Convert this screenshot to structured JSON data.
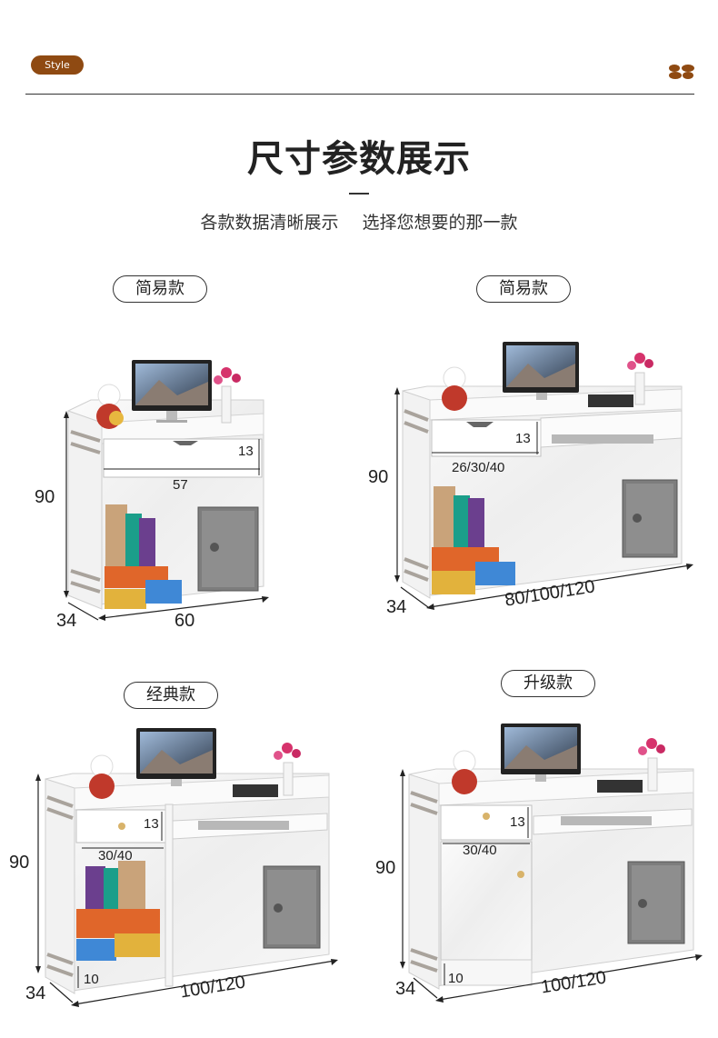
{
  "header": {
    "badge": "Style",
    "title": "尺寸参数展示",
    "subtitle_left": "各款数据清晰展示",
    "subtitle_right": "选择您想要的那一款"
  },
  "panels": [
    {
      "name": "简易款",
      "height": "90",
      "depth": "34",
      "width": "60",
      "drawer_height": "13",
      "inner_width": "57"
    },
    {
      "name": "简易款",
      "height": "90",
      "depth": "34",
      "width": "80/100/120",
      "drawer_height": "13",
      "inner_width": "26/30/40"
    },
    {
      "name": "经典款",
      "height": "90",
      "depth": "34",
      "width": "100/120",
      "drawer_height": "13",
      "inner_width": "30/40",
      "base_height": "10"
    },
    {
      "name": "升级款",
      "height": "90",
      "depth": "34",
      "width": "100/120",
      "drawer_height": "13",
      "inner_width": "30/40",
      "base_height": "10"
    }
  ],
  "colors": {
    "accent": "#8f4a12",
    "orange_box": "#e0662a",
    "blue_box": "#3f88d6",
    "yellow_box": "#e2b23c"
  }
}
